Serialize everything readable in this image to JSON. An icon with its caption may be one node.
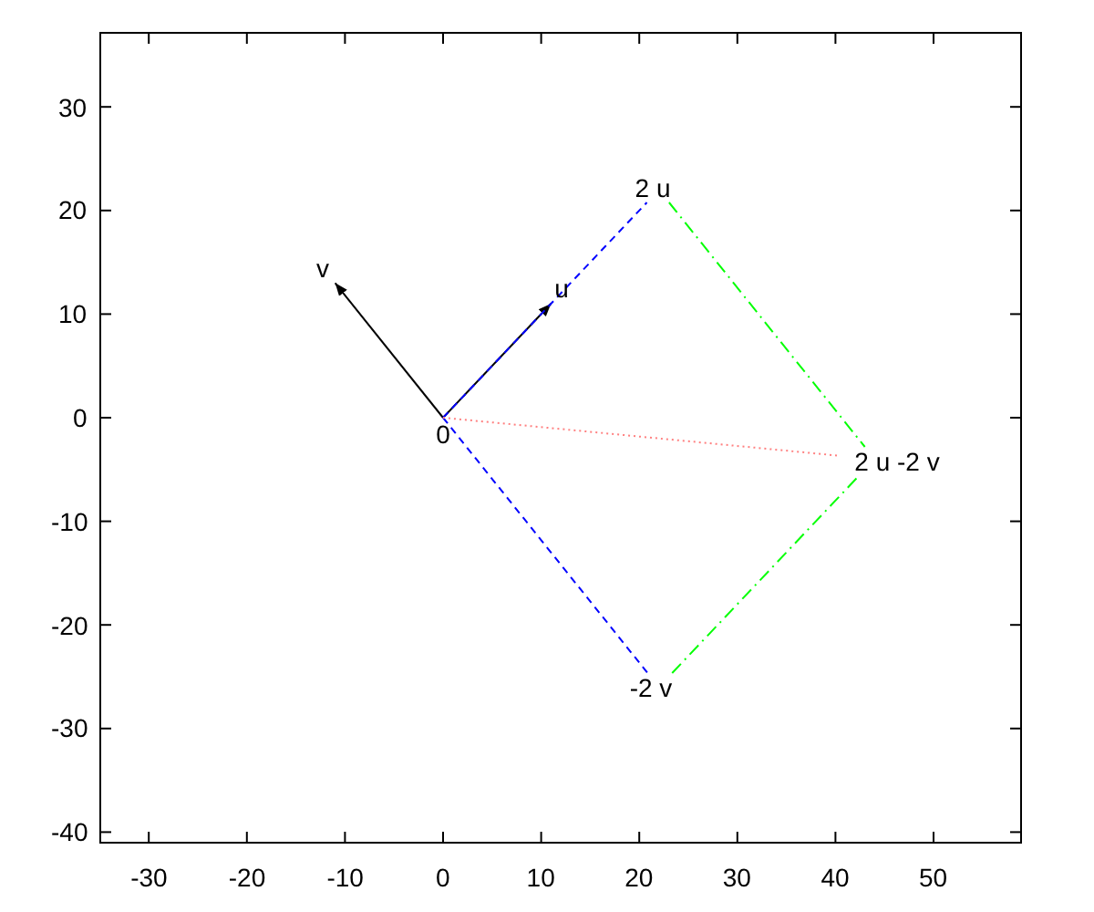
{
  "diagram": {
    "nodes": [
      {
        "text": [
          "0"
        ]
      },
      {
        "text": [
          "u"
        ]
      },
      {
        "text": [
          "v"
        ]
      },
      {
        "text": [
          "2 u"
        ]
      },
      {
        "text": [
          "-2 v"
        ]
      },
      {
        "text": [
          "2 u -2 v"
        ]
      }
    ],
    "edges": [
      {
        "from": 0,
        "to": 1,
        "arrow": "to",
        "color": "#000000"
      },
      {
        "from": 0,
        "to": 2,
        "arrow": "to",
        "color": "#000000"
      },
      {
        "from": 0,
        "to": 3,
        "arrow": "none",
        "style": "dashed",
        "color": "#0000ff"
      },
      {
        "from": 0,
        "to": 4,
        "arrow": "none",
        "style": "dashed",
        "color": "#0000ff"
      },
      {
        "from": 3,
        "to": 5,
        "arrow": "none",
        "style": "dashed",
        "color": "#00ff00"
      },
      {
        "from": 4,
        "to": 5,
        "arrow": "none",
        "style": "dashed",
        "color": "#00ff00"
      },
      {
        "from": 0,
        "to": 5,
        "arrow": "none",
        "style": "dashed",
        "color": "#ff8080"
      }
    ],
    "labels": [
      "30",
      "20",
      "10",
      "0",
      "-10",
      "-20",
      "-30",
      "-40",
      "-30",
      "-20",
      "-10",
      "0",
      "10",
      "20",
      "30",
      "40",
      "50"
    ]
  }
}
